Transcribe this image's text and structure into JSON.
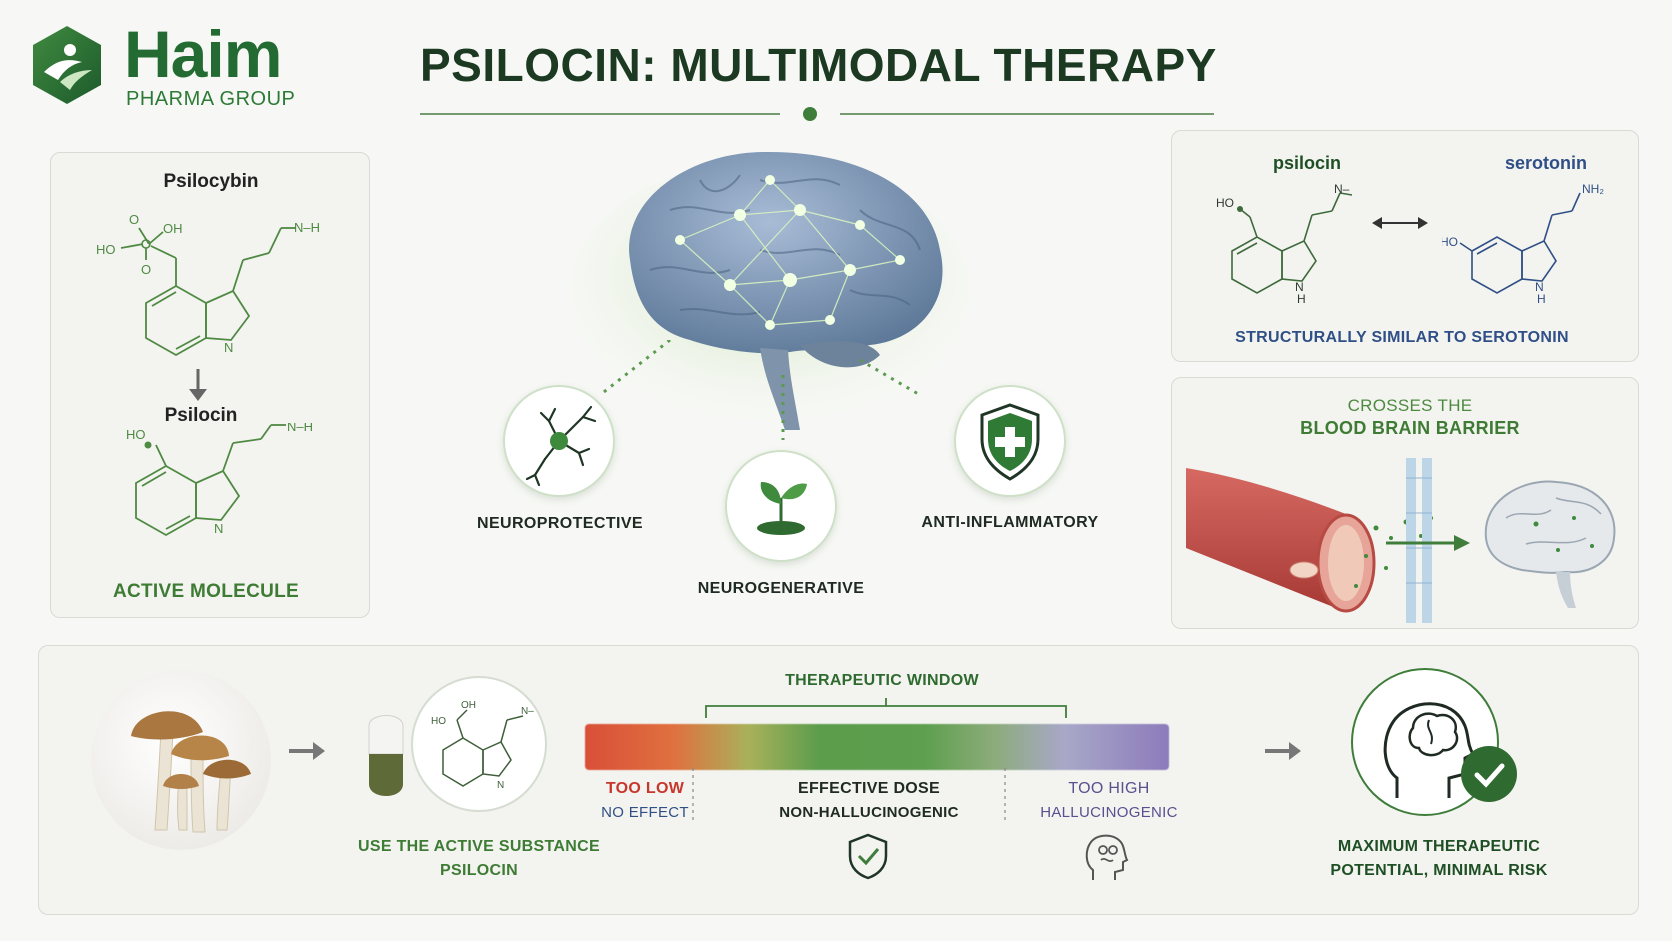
{
  "brand": {
    "name": "Haim",
    "subtitle": "PHARMA GROUP",
    "color": "#246b33"
  },
  "title": "PSILOCIN: MULTIMODAL THERAPY",
  "molecule_panel": {
    "top_label": "Psilocybin",
    "bottom_label": "Psilocin",
    "caption": "ACTIVE MOLECULE",
    "psilocybin_atoms": [
      "O",
      "OH",
      "HO",
      "O",
      "N–H",
      "N"
    ],
    "psilocin_atoms": [
      "HO",
      "N–H",
      "N"
    ]
  },
  "brain_features": [
    {
      "label": "NEUROPROTECTIVE",
      "icon": "neuron-icon"
    },
    {
      "label": "NEUROGENERATIVE",
      "icon": "sprout-icon"
    },
    {
      "label": "ANTI-INFLAMMATORY",
      "icon": "shield-plus-icon"
    }
  ],
  "similarity_panel": {
    "left_label": "psilocin",
    "right_label": "serotonin",
    "caption": "STRUCTURALLY SIMILAR TO SEROTONIN",
    "left_atoms": [
      "HO",
      "N–",
      "N",
      "H"
    ],
    "right_atoms": [
      "NH₂",
      "HO",
      "N",
      "H"
    ]
  },
  "bbb_panel": {
    "line1": "CROSSES THE",
    "line2": "BLOOD BRAIN BARRIER"
  },
  "bottom_panel": {
    "source_caption_line1": "USE THE ACTIVE SUBSTANCE",
    "source_caption_line2": "PSILOCIN",
    "capsule_atoms": [
      "HO",
      "OH",
      "N–",
      "N"
    ],
    "window_label": "THERAPEUTIC WINDOW",
    "dose_low_head": "TOO LOW",
    "dose_low_sub": "NO EFFECT",
    "dose_mid_head": "EFFECTIVE DOSE",
    "dose_mid_sub": "NON-HALLUCINOGENIC",
    "dose_high_head": "TOO HIGH",
    "dose_high_sub": "HALLUCINOGENIC",
    "result_line1": "MAXIMUM THERAPEUTIC",
    "result_line2": "POTENTIAL, MINIMAL RISK"
  },
  "colors": {
    "accent_green": "#3e7b34",
    "low_red": "#d9533a",
    "high_purple": "#8a7bb8",
    "serotonin_blue": "#2f4f86"
  }
}
